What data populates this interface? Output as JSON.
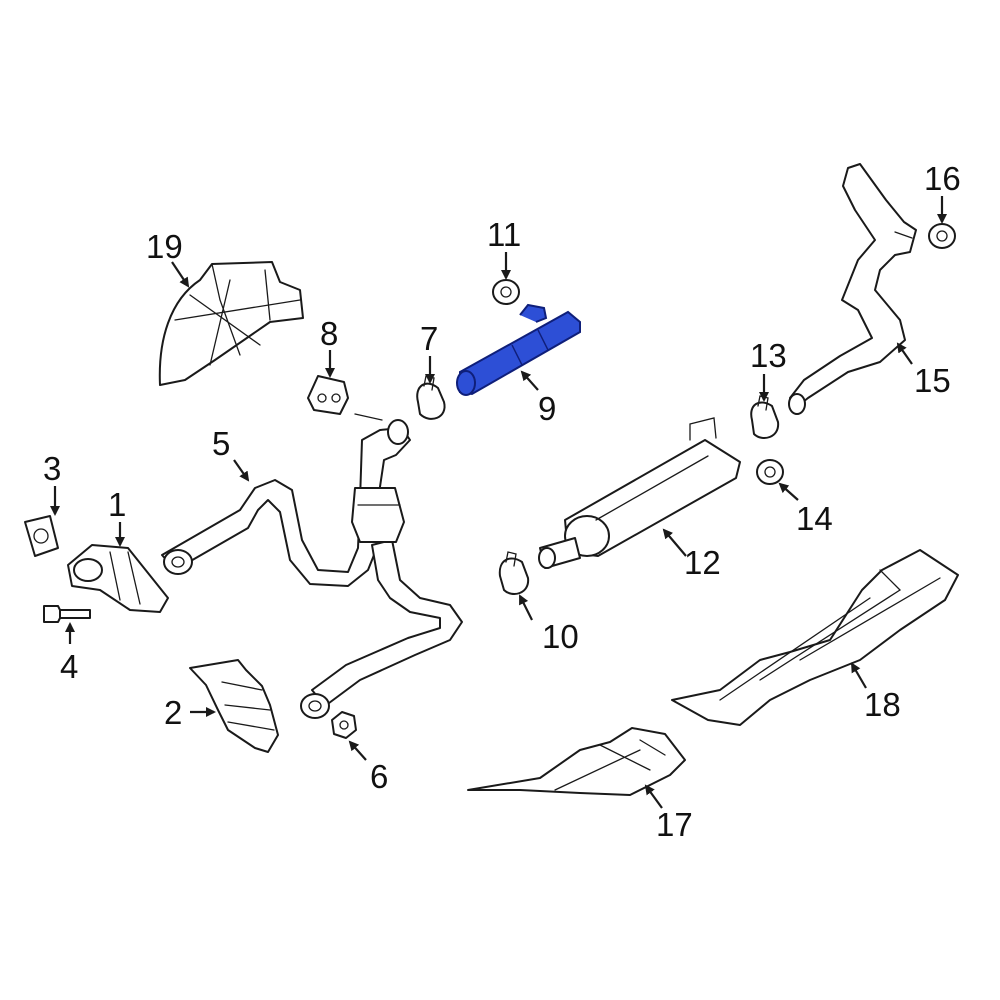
{
  "colors": {
    "highlight": "#2d4fd6",
    "line": "#1a1a1a",
    "background": "#ffffff"
  },
  "callouts": {
    "c1": "1",
    "c2": "2",
    "c3": "3",
    "c4": "4",
    "c5": "5",
    "c6": "6",
    "c7": "7",
    "c8": "8",
    "c9": "9",
    "c10": "10",
    "c11": "11",
    "c12": "12",
    "c13": "13",
    "c14": "14",
    "c15": "15",
    "c16": "16",
    "c17": "17",
    "c18": "18",
    "c19": "19"
  },
  "highlighted_part": "9"
}
